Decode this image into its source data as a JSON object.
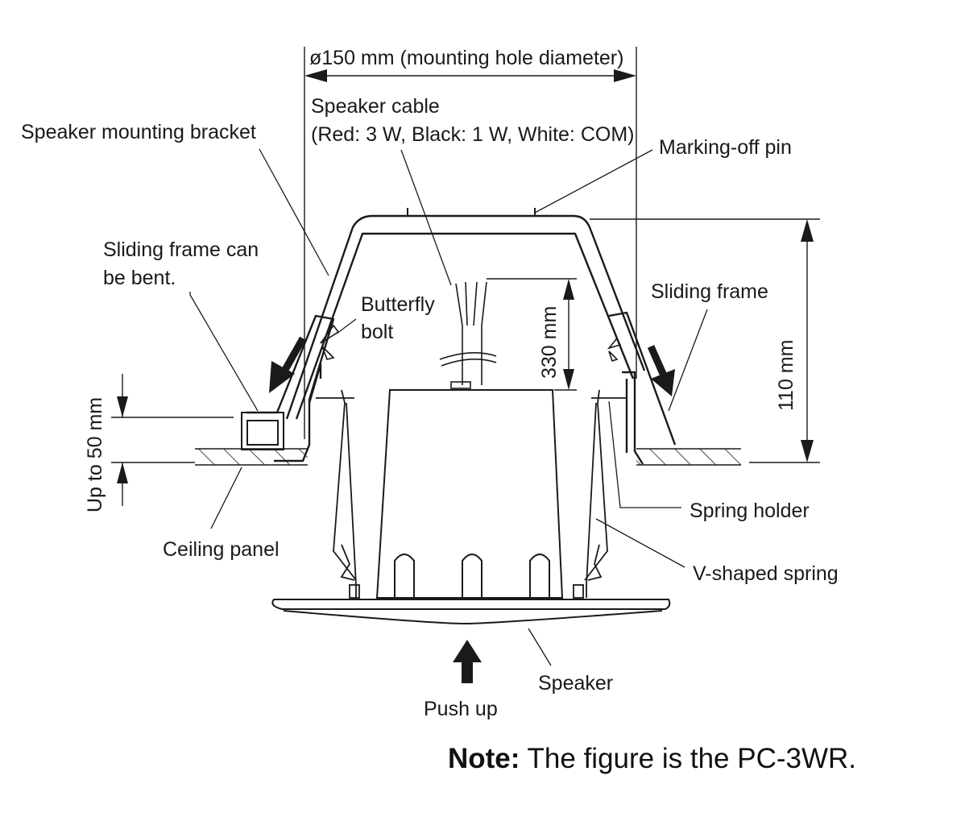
{
  "labels": {
    "diameter": "ø150 mm  (mounting hole diameter)",
    "speaker_cable_line1": "Speaker cable",
    "speaker_cable_line2": "(Red: 3 W, Black: 1 W, White: COM)",
    "speaker_mounting_bracket": "Speaker mounting bracket",
    "marking_off_pin": "Marking-off pin",
    "sliding_frame_can_line1": "Sliding frame can",
    "sliding_frame_can_line2": "be bent.",
    "butterfly_line1": "Butterfly",
    "butterfly_line2": "bolt",
    "cable_length": "330 mm",
    "sliding_frame": "Sliding frame",
    "height": "110 mm",
    "up_to": "Up to 50 mm",
    "spring_holder": "Spring holder",
    "ceiling_panel": "Ceiling panel",
    "v_spring": "V-shaped spring",
    "speaker": "Speaker",
    "push_up": "Push up"
  },
  "note": {
    "label": "Note:",
    "text": " The figure is the PC-3WR."
  }
}
